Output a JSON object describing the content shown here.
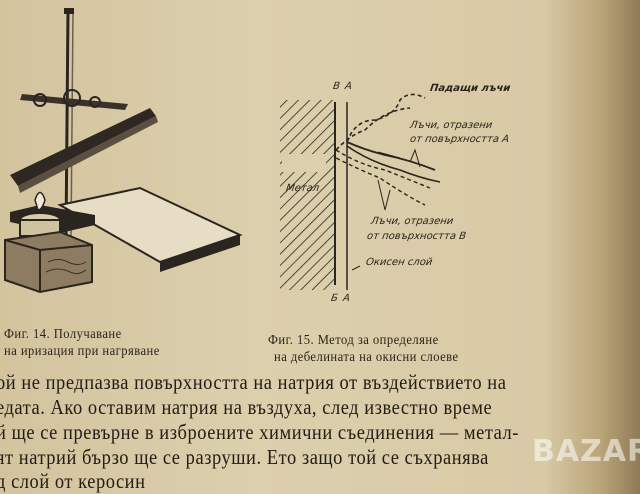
{
  "figure14": {
    "caption_line1": "Фиг. 14. Получаване",
    "caption_line2": "на иризация при нагряване"
  },
  "figure15": {
    "caption_line1": "Фиг. 15. Метод за определяне",
    "caption_line2": "на дебелината на окисни слоеве",
    "labels": {
      "top_b": "В",
      "top_a": "А",
      "bottom_b": "Б",
      "bottom_a": "А",
      "metal": "Метал",
      "incident_rays": "Падащи лъчи",
      "reflected_a_line1": "Лъчи, отразени",
      "reflected_a_line2": "от повърхността А",
      "reflected_b_line1": "Лъчи, отразени",
      "reflected_b_line2": "от повърхността В",
      "oxide_layer": "Окисен слой"
    }
  },
  "body_text": [
    "ой не предпазва повърхността на натрия от въздействието на",
    "едата. Ако оставим натрия на въздуха, след известно време",
    "й ще се превърне в изброените химични съединения — метал-",
    "ят натрий бързо ще се разруши. Ето защо той се съхранява",
    "д слой от керосин"
  ],
  "watermark": "BAZAR"
}
